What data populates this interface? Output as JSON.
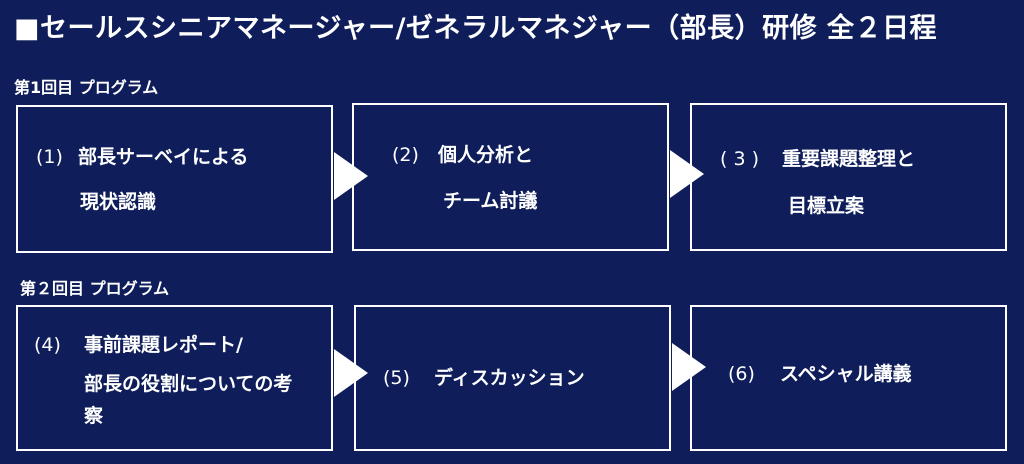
{
  "title": "■セールスシニアマネージャー/ゼネラルマネジャー（部長）研修 全２日程",
  "sessions": [
    {
      "label": "第1回目  プログラム",
      "steps": [
        {
          "number": "(1)",
          "lines": [
            "部長サーベイによる",
            "現状認識"
          ]
        },
        {
          "number": "(2)",
          "lines": [
            "個人分析と",
            "チーム討議"
          ]
        },
        {
          "number": "( 3 )",
          "lines": [
            "重要課題整理と",
            "目標立案"
          ]
        }
      ]
    },
    {
      "label": "第２回目  プログラム",
      "steps": [
        {
          "number": "(4)",
          "lines": [
            "事前課題レポート/",
            "部長の役割についての考察"
          ]
        },
        {
          "number": "(5)",
          "lines": [
            "ディスカッション"
          ]
        },
        {
          "number": "(6)",
          "lines": [
            "スペシャル講義"
          ]
        }
      ]
    }
  ]
}
